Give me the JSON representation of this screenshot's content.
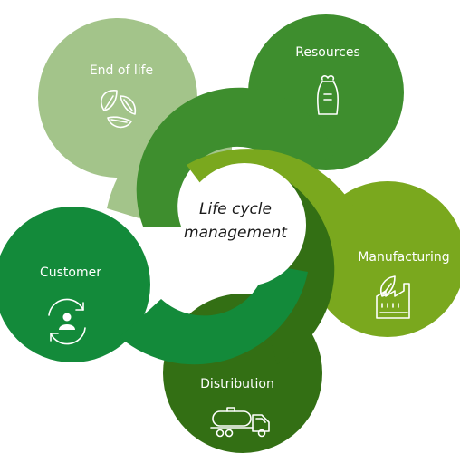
{
  "diagram": {
    "center_line1": "Life cycle",
    "center_line2": "management",
    "stages": [
      {
        "id": "resources",
        "label": "Resources",
        "icon": "sack-icon",
        "color": "#3e8e2e"
      },
      {
        "id": "manufacturing",
        "label": "Manufacturing",
        "icon": "factory-leaf-icon",
        "color": "#7aa81e"
      },
      {
        "id": "distribution",
        "label": "Distribution",
        "icon": "tanker-truck-icon",
        "color": "#336f14"
      },
      {
        "id": "customer",
        "label": "Customer",
        "icon": "customer-cycle-icon",
        "color": "#138a3a"
      },
      {
        "id": "end-of-life",
        "label": "End of life",
        "icon": "recycle-leaf-icon",
        "color": "#a3c48a"
      }
    ]
  }
}
